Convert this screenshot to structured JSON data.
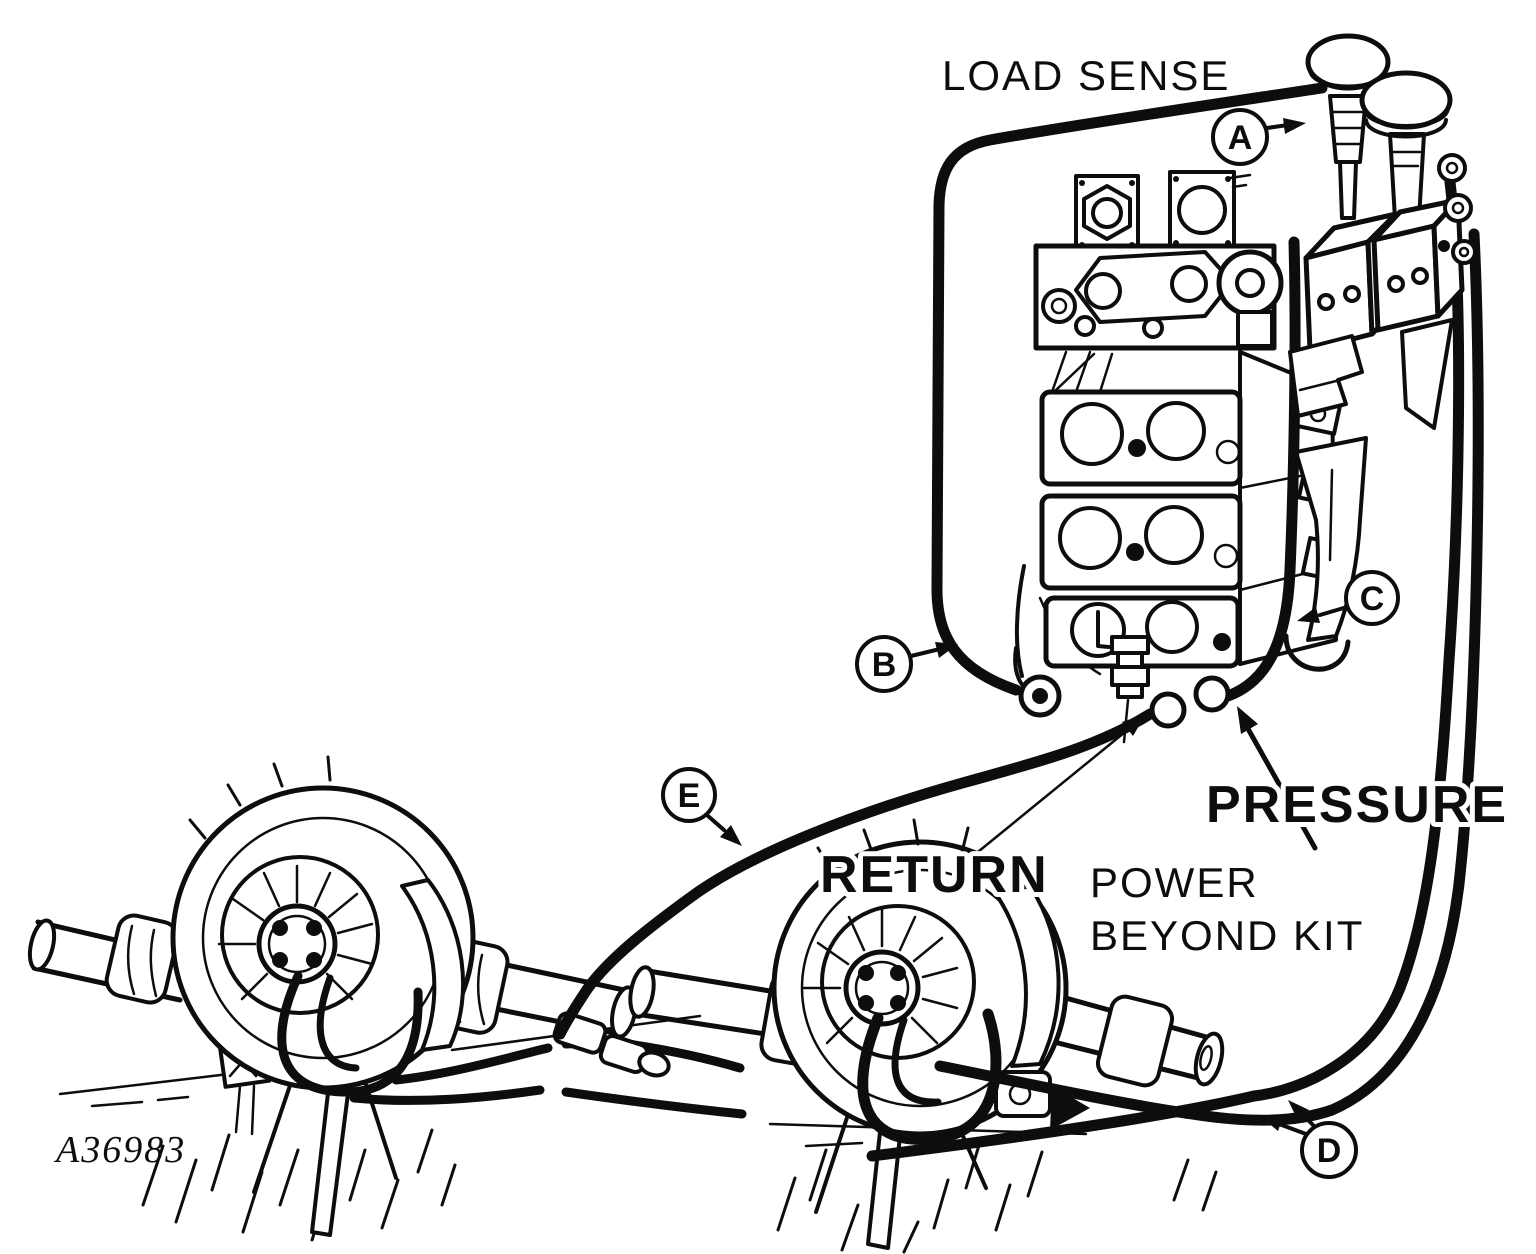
{
  "figure": {
    "figure_number": "A36983",
    "labels": {
      "load_sense": "LOAD SENSE",
      "pressure": "PRESSURE",
      "return": "RETURN",
      "power_beyond_line1": "POWER",
      "power_beyond_line2": "BEYOND KIT"
    },
    "callouts": [
      {
        "letter": "A"
      },
      {
        "letter": "B"
      },
      {
        "letter": "C"
      },
      {
        "letter": "D"
      },
      {
        "letter": "E"
      }
    ],
    "colors": {
      "ink": "#0d0d0d",
      "background": "#ffffff"
    }
  }
}
